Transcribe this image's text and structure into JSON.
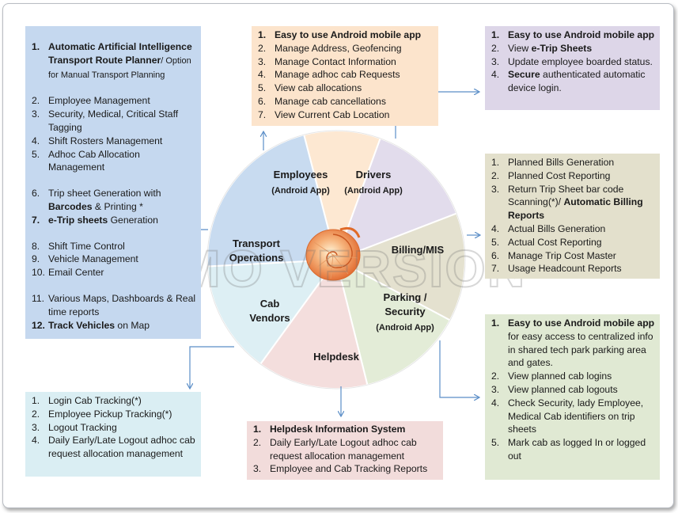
{
  "watermark": "DEMO VERSION",
  "wheel": {
    "segments": [
      {
        "id": "employees",
        "lines": [
          "Employees"
        ],
        "sub": "(Android App)",
        "color": "#fde8d2"
      },
      {
        "id": "drivers",
        "lines": [
          "Drivers"
        ],
        "sub": "(Android App)",
        "color": "#e2dcec"
      },
      {
        "id": "billing",
        "lines": [
          "Billing/MIS"
        ],
        "sub": "",
        "color": "#e4e1cf"
      },
      {
        "id": "parking",
        "lines": [
          "Parking /",
          "Security"
        ],
        "sub": "(Android App)",
        "color": "#e3ecd7"
      },
      {
        "id": "helpdesk",
        "lines": [
          "Helpdesk"
        ],
        "sub": "",
        "color": "#f4dedd"
      },
      {
        "id": "cab-vendors",
        "lines": [
          "Cab",
          "Vendors"
        ],
        "sub": "",
        "color": "#ddeff4"
      },
      {
        "id": "transport",
        "lines": [
          "Transport",
          "Operations"
        ],
        "sub": "",
        "color": "#c8dbf0"
      }
    ]
  },
  "transport_box": {
    "items": [
      {
        "num": "1.",
        "parts": [
          {
            "t": "Automatic Artificial Intelligence Transport Route Planner",
            "b": true
          },
          {
            "t": "/ Option for Manual Transport Planning",
            "b": false
          }
        ]
      },
      {
        "num": "2.",
        "parts": [
          {
            "t": "Employee Management",
            "b": false
          }
        ]
      },
      {
        "num": "3.",
        "parts": [
          {
            "t": "Security, Medical, Critical Staff Tagging",
            "b": false
          }
        ]
      },
      {
        "num": "4.",
        "parts": [
          {
            "t": "Shift Rosters Management",
            "b": false
          }
        ]
      },
      {
        "num": "5.",
        "parts": [
          {
            "t": "Adhoc Cab Allocation Management",
            "b": false
          }
        ]
      },
      {
        "num": "6.",
        "parts": [
          {
            "t": "Trip sheet Generation with ",
            "b": false
          },
          {
            "t": "Barcodes",
            "b": true
          },
          {
            "t": " & Printing *",
            "b": false
          }
        ]
      },
      {
        "num": "7.",
        "parts": [
          {
            "t": "e-Trip sheets",
            "b": true
          },
          {
            "t": " Generation",
            "b": false
          }
        ]
      },
      {
        "num": "8.",
        "parts": [
          {
            "t": "Shift Time Control",
            "b": false
          }
        ]
      },
      {
        "num": "9.",
        "parts": [
          {
            "t": "Vehicle Management",
            "b": false
          }
        ]
      },
      {
        "num": "10.",
        "parts": [
          {
            "t": "Email Center",
            "b": false
          }
        ]
      },
      {
        "num": "11.",
        "parts": [
          {
            "t": "Various Maps, Dashboards & Real time reports",
            "b": false
          }
        ]
      },
      {
        "num": "12.",
        "parts": [
          {
            "t": "Track Vehicles",
            "b": true
          },
          {
            "t": " on Map",
            "b": false
          }
        ]
      }
    ]
  },
  "employees_box": {
    "items": [
      {
        "num": "1.",
        "parts": [
          {
            "t": "Easy to use Android mobile app",
            "b": true
          }
        ]
      },
      {
        "num": "2.",
        "parts": [
          {
            "t": "Manage Address, Geofencing",
            "b": false
          }
        ]
      },
      {
        "num": "3.",
        "parts": [
          {
            "t": "Manage Contact Information",
            "b": false
          }
        ]
      },
      {
        "num": "4.",
        "parts": [
          {
            "t": "Manage adhoc cab Requests",
            "b": false
          }
        ]
      },
      {
        "num": "5.",
        "parts": [
          {
            "t": "View cab allocations",
            "b": false
          }
        ]
      },
      {
        "num": "6.",
        "parts": [
          {
            "t": "Manage cab cancellations",
            "b": false
          }
        ]
      },
      {
        "num": "7.",
        "parts": [
          {
            "t": "View Current Cab Location",
            "b": false
          }
        ]
      }
    ]
  },
  "drivers_box": {
    "items": [
      {
        "num": "1.",
        "parts": [
          {
            "t": "Easy to use Android mobile app",
            "b": true
          }
        ]
      },
      {
        "num": "2.",
        "parts": [
          {
            "t": "View ",
            "b": false
          },
          {
            "t": "e-Trip Sheets",
            "b": true
          }
        ]
      },
      {
        "num": "3.",
        "parts": [
          {
            "t": "Update employee boarded status.",
            "b": false
          }
        ]
      },
      {
        "num": "4.",
        "parts": [
          {
            "t": "Secure",
            "b": true
          },
          {
            "t": " authenticated automatic device login.",
            "b": false
          }
        ]
      }
    ]
  },
  "billing_box": {
    "items": [
      {
        "num": "1.",
        "parts": [
          {
            "t": "Planned Bills Generation",
            "b": false
          }
        ]
      },
      {
        "num": "2.",
        "parts": [
          {
            "t": "Planned Cost Reporting",
            "b": false
          }
        ]
      },
      {
        "num": "3.",
        "parts": [
          {
            "t": "Return Trip Sheet bar code Scanning(*)/ ",
            "b": false
          },
          {
            "t": "Automatic Billing Reports",
            "b": true
          }
        ]
      },
      {
        "num": "4.",
        "parts": [
          {
            "t": "Actual Bills Generation",
            "b": false
          }
        ]
      },
      {
        "num": "5.",
        "parts": [
          {
            "t": "Actual Cost Reporting",
            "b": false
          }
        ]
      },
      {
        "num": "6.",
        "parts": [
          {
            "t": "Manage Trip Cost Master",
            "b": false
          }
        ]
      },
      {
        "num": "7.",
        "parts": [
          {
            "t": "Usage Headcount Reports",
            "b": false
          }
        ]
      }
    ]
  },
  "parking_box": {
    "items": [
      {
        "num": "1.",
        "parts": [
          {
            "t": "Easy to use Android mobile app",
            "b": true
          },
          {
            "t": " for easy access to centralized info in shared tech park parking area and gates.",
            "b": false
          }
        ]
      },
      {
        "num": "2.",
        "parts": [
          {
            "t": "View planned  cab logins",
            "b": false
          }
        ]
      },
      {
        "num": "3.",
        "parts": [
          {
            "t": "View planned  cab logouts",
            "b": false
          }
        ]
      },
      {
        "num": "4.",
        "parts": [
          {
            "t": "Check Security, lady Employee, Medical Cab  identifiers on trip sheets",
            "b": false
          }
        ]
      },
      {
        "num": "5.",
        "parts": [
          {
            "t": "Mark cab as logged In or logged out",
            "b": false
          }
        ]
      }
    ]
  },
  "helpdesk_box": {
    "items": [
      {
        "num": "1.",
        "parts": [
          {
            "t": "Helpdesk Information System",
            "b": true
          }
        ]
      },
      {
        "num": "2.",
        "parts": [
          {
            "t": "Daily Early/Late Logout adhoc cab request allocation management",
            "b": false
          }
        ]
      },
      {
        "num": "3.",
        "parts": [
          {
            "t": "Employee and Cab Tracking Reports",
            "b": false
          }
        ]
      }
    ]
  },
  "cab_box": {
    "items": [
      {
        "num": "1.",
        "parts": [
          {
            "t": "Login Cab Tracking(*)",
            "b": false
          }
        ]
      },
      {
        "num": "2.",
        "parts": [
          {
            "t": "Employee Pickup  Tracking(*)",
            "b": false
          }
        ]
      },
      {
        "num": "3.",
        "parts": [
          {
            "t": "Logout Tracking",
            "b": false
          }
        ]
      },
      {
        "num": "4.",
        "parts": [
          {
            "t": "Daily Early/Late Logout  adhoc cab request allocation management",
            "b": false
          }
        ]
      }
    ]
  }
}
